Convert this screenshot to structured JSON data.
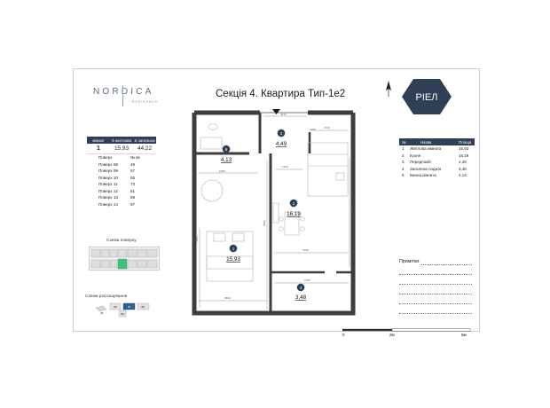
{
  "brand": {
    "name": "NORDICA",
    "sub": "RESIDENCE",
    "badge": "РІЕЛ"
  },
  "title": "Секція 4. Квартира Тип-1е2",
  "apartment": {
    "headers": [
      "кімнат",
      "S житлова",
      "S загальна"
    ],
    "values": [
      "1",
      "15,93",
      "44,22"
    ],
    "floors_header": [
      "Поверх",
      "№ кв"
    ],
    "floors": [
      [
        "Поверх 08",
        "49"
      ],
      [
        "Поверх 09",
        "57"
      ],
      [
        "Поверх 10",
        "65"
      ],
      [
        "Поверх 11",
        "73"
      ],
      [
        "Поверх 12",
        "81"
      ],
      [
        "Поверх 13",
        "89"
      ],
      [
        "Поверх 14",
        "97"
      ]
    ]
  },
  "floor_scheme_label": "Схема поверху",
  "location_scheme_label": "Схема розташування",
  "location_sections": [
    "01",
    "02",
    "03",
    "04",
    "05"
  ],
  "rooms_table": {
    "headers": [
      "№",
      "Назва",
      "Площа"
    ],
    "rows": [
      [
        "1",
        "Житлова кімната",
        "15,93"
      ],
      [
        "2",
        "Кухня",
        "16,19"
      ],
      [
        "3",
        "Передпокій",
        "4,49"
      ],
      [
        "4",
        "Засклена лоджія",
        "3,48"
      ],
      [
        "5",
        "Ванна кімната",
        "4,13"
      ]
    ]
  },
  "notes_label": "Примітки:",
  "plan_rooms": [
    {
      "num": "1",
      "area": "15,93"
    },
    {
      "num": "2",
      "area": "16,19"
    },
    {
      "num": "3",
      "area": "4,49"
    },
    {
      "num": "4",
      "area": "3,48"
    },
    {
      "num": "5",
      "area": "4,13"
    }
  ],
  "plan_dims": [
    "3470",
    "1740",
    "1990",
    "5900",
    "5840",
    "4780",
    "3690",
    "2760",
    "1940",
    "3790",
    "1200"
  ],
  "scale": [
    "0",
    "2м",
    "5м"
  ],
  "colors": {
    "badge": "#2f3f55",
    "marker": "#2f3f55",
    "wall": "#3d3d3d"
  }
}
